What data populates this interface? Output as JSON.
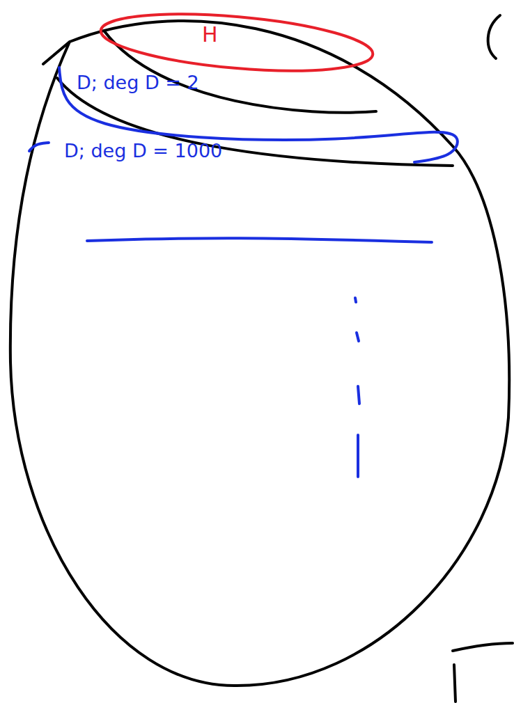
{
  "diagram": {
    "nodes": [
      {
        "text": [
          "H"
        ]
      },
      {
        "text": [
          "D; deg D = 2"
        ]
      },
      {
        "text": [
          "D; deg D = 1000"
        ]
      }
    ]
  }
}
